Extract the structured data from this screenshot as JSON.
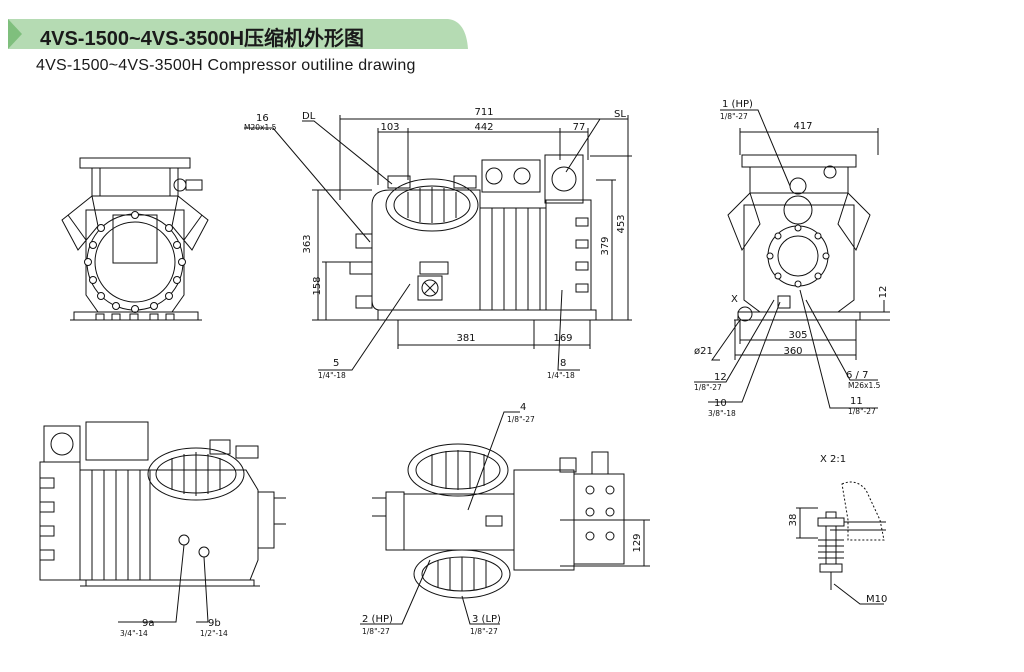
{
  "header": {
    "title_cn": "4VS-1500~4VS-3500H压缩机外形图",
    "subtitle_en": "4VS-1500~4VS-3500H Compressor outiline drawing",
    "accent_color": "#b5dbb3"
  },
  "front_view": {
    "dims": {
      "overall_length": "711",
      "d103": "103",
      "d442": "442",
      "d77": "77",
      "height_453": "453",
      "height_379": "379",
      "height_363": "363",
      "height_158": "158",
      "base_381": "381",
      "base_169": "169"
    },
    "labels": {
      "p16": "16",
      "p16_thread": "M20x1.5",
      "dl": "DL",
      "sl": "SL",
      "p5": "5",
      "p5_thread": "1/4\"-18",
      "p8": "8",
      "p8_thread": "1/4\"-18"
    }
  },
  "side_view_right": {
    "dims": {
      "width_417": "417",
      "d305": "305",
      "d360": "360",
      "d12": "12"
    },
    "labels": {
      "p1": "1 (HP)",
      "p1_thread": "1/8\"-27",
      "x_mark": "X",
      "d21": "ø21",
      "p12": "12",
      "p12_thread": "1/8\"-27",
      "p10": "10",
      "p10_thread": "3/8\"-18",
      "p67": "6 / 7",
      "p67_thread": "M26x1.5",
      "p11": "11",
      "p11_thread": "1/8\"-27"
    }
  },
  "rear_view": {
    "labels": {
      "p9a": "9a",
      "p9a_thread": "3/4\"-14",
      "p9b": "9b",
      "p9b_thread": "1/2\"-14"
    }
  },
  "top_view": {
    "dims": {
      "d129": "129"
    },
    "labels": {
      "p4": "4",
      "p4_thread": "1/8\"-27",
      "p2": "2 (HP)",
      "p2_thread": "1/8\"-27",
      "p3": "3 (LP)",
      "p3_thread": "1/8\"-27"
    }
  },
  "detail_view": {
    "labels": {
      "scale": "X 2:1",
      "d38": "38",
      "m10": "M10"
    }
  }
}
